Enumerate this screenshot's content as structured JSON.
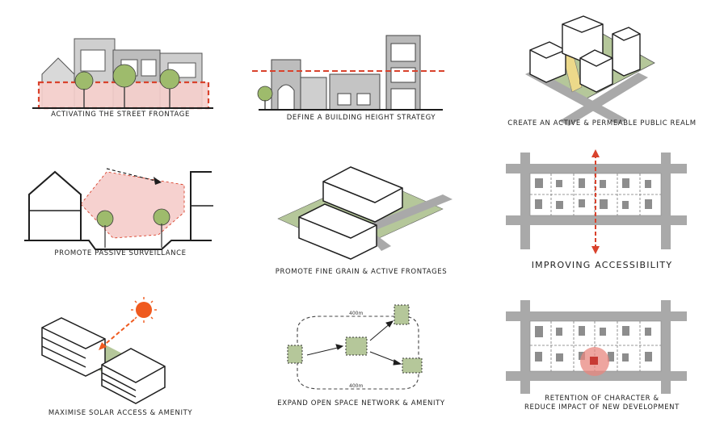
{
  "colors": {
    "ink": "#1e1e1e",
    "red": "#d9422c",
    "pink": "#f6cfcc",
    "green": "#b5c79a",
    "grey": "#a9a9a9",
    "yellow": "#ecd98a",
    "sun": "#ef5a1f"
  },
  "panels": [
    {
      "caption": "ACTIVATING THE STREET FRONTAGE"
    },
    {
      "caption": "DEFINE A BUILDING HEIGHT STRATEGY"
    },
    {
      "caption": "CREATE AN ACTIVE & PERMEABLE PUBLIC REALM"
    },
    {
      "caption": "PROMOTE PASSIVE SURVEILLANCE"
    },
    {
      "caption": "PROMOTE FINE GRAIN & ACTIVE FRONTAGES"
    },
    {
      "caption": "IMPROVING ACCESSIBILITY"
    },
    {
      "caption": "MAXIMISE SOLAR ACCESS & AMENITY"
    },
    {
      "caption": "EXPAND OPEN SPACE NETWORK & AMENITY",
      "labels": [
        "400m",
        "400m"
      ]
    },
    {
      "caption": "RETENTION OF CHARACTER &\nREDUCE IMPACT OF NEW DEVELOPMENT"
    }
  ]
}
